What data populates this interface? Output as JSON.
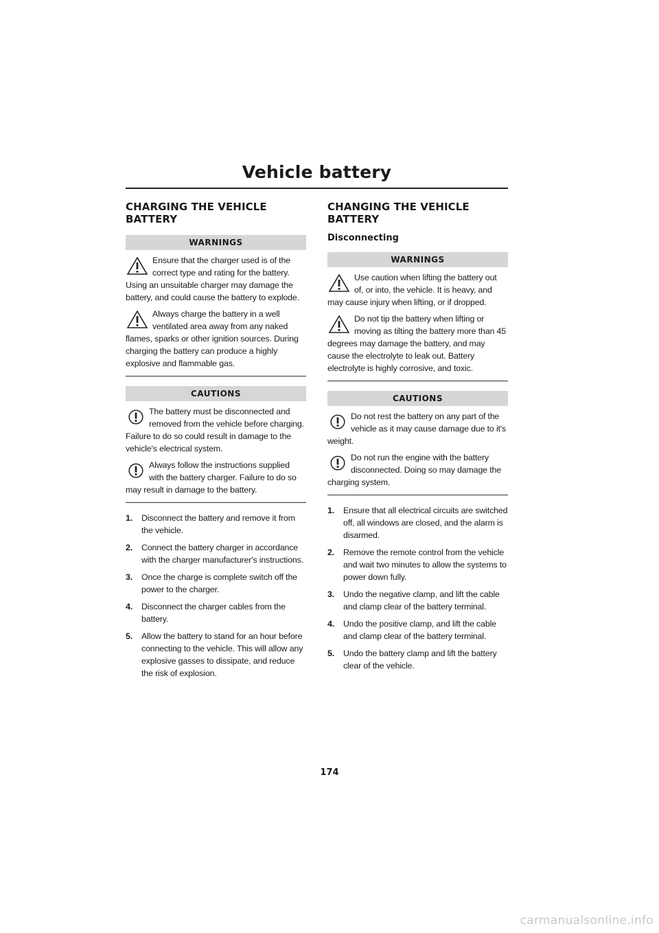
{
  "header": {
    "title": "Vehicle battery"
  },
  "left": {
    "heading": "CHARGING THE VEHICLE BATTERY",
    "warnings": {
      "title": "WARNINGS",
      "items": [
        "Ensure that the charger used is of the correct type and rating for the battery. Using an unsuitable charger may damage the battery, and could cause the battery to explode.",
        "Always charge the battery in a well ventilated area away from any naked flames, sparks or other ignition sources. During charging the battery can produce a highly explosive and flammable gas."
      ]
    },
    "cautions": {
      "title": "CAUTIONS",
      "items": [
        "The battery must be disconnected and removed from the vehicle before charging. Failure to do so could result in damage to the vehicle's electrical system.",
        "Always follow the instructions supplied with the battery charger. Failure to do so may result in damage to the battery."
      ]
    },
    "steps": [
      {
        "num": "1.",
        "text": "Disconnect the battery and remove it from the vehicle."
      },
      {
        "num": "2.",
        "text": "Connect the battery charger in accordance with the charger manufacturer's instructions."
      },
      {
        "num": "3.",
        "text": "Once the charge is complete switch off the power to the charger."
      },
      {
        "num": "4.",
        "text": "Disconnect the charger cables from the battery."
      },
      {
        "num": "5.",
        "text": "Allow the battery to stand for an hour before connecting to the vehicle. This will allow any explosive gasses to dissipate, and reduce the risk of explosion."
      }
    ]
  },
  "right": {
    "heading": "CHANGING THE VEHICLE BATTERY",
    "subheading": "Disconnecting",
    "warnings": {
      "title": "WARNINGS",
      "items": [
        "Use caution when lifting the battery out of, or into, the vehicle. It is heavy, and may cause injury when lifting, or if dropped.",
        "Do not tip the battery when lifting or moving as tilting the battery more than 45 degrees may damage the battery, and may cause the electrolyte to leak out. Battery electrolyte is highly corrosive, and toxic."
      ]
    },
    "cautions": {
      "title": "CAUTIONS",
      "items": [
        "Do not rest the battery on any part of the vehicle as it may cause damage due to it's weight.",
        "Do not run the engine with the battery disconnected. Doing so may damage the charging system."
      ]
    },
    "steps": [
      {
        "num": "1.",
        "text": "Ensure that all electrical circuits are switched off, all windows are closed, and the alarm is disarmed."
      },
      {
        "num": "2.",
        "text": "Remove the remote control from the vehicle and wait two minutes to allow the systems to power down fully."
      },
      {
        "num": "3.",
        "text": "Undo the negative clamp, and lift the cable and clamp clear of the battery terminal."
      },
      {
        "num": "4.",
        "text": "Undo the positive clamp, and lift the cable and clamp clear of the battery terminal."
      },
      {
        "num": "5.",
        "text": "Undo the battery clamp and lift the battery clear of the vehicle."
      }
    ]
  },
  "footer": {
    "page_number": "174",
    "watermark": "carmanualsonline.info"
  },
  "icons": {
    "warning": "warning-triangle-icon",
    "caution": "caution-circle-icon"
  },
  "colors": {
    "notice_header_bg": "#d6d6d6",
    "watermark": "#c8c8c8"
  }
}
